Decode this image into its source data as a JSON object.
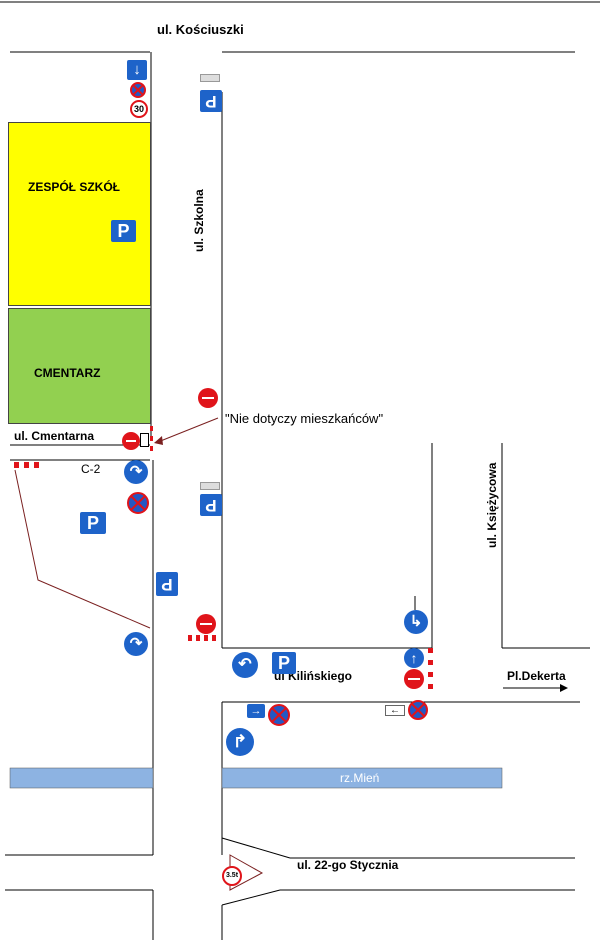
{
  "streets": {
    "kosciuszki": "ul. Kościuszki",
    "szkolna": "ul. Szkolna",
    "cmentarna": "ul. Cmentarna",
    "ksiezycowa": "ul. Księżycowa",
    "kilinskiego": "ul Kilińskiego",
    "dekerta": "Pl.Dekerta",
    "stycznia": "ul. 22-go Stycznia",
    "river": "rz.Mień"
  },
  "areas": {
    "school": {
      "label": "ZESPÓŁ SZKÓŁ",
      "color": "#ffff00"
    },
    "cemetery": {
      "label": "CMENTARZ",
      "color": "#92d050"
    }
  },
  "labels": {
    "c2": "C-2",
    "exception": "\"Nie dotyczy mieszkańców\""
  },
  "signs": {
    "speed_limit": "30",
    "weight_limit": "3.5t",
    "parking": "P"
  },
  "colors": {
    "sign_blue": "#1e63c9",
    "sign_red": "#e0141a",
    "river": "#8db3e2",
    "road_line": "#000000"
  }
}
